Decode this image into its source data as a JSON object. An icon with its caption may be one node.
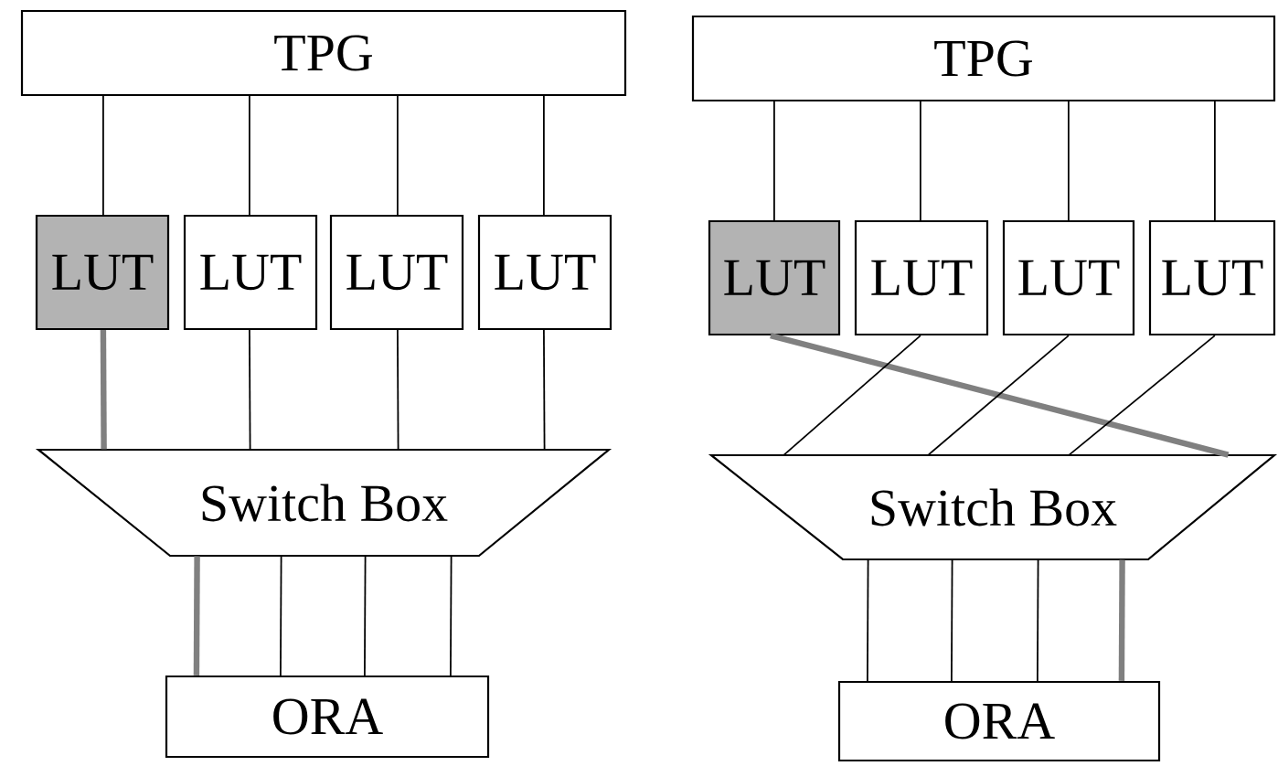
{
  "diagram": {
    "nodes": [
      {
        "text": [
          "TPG"
        ]
      },
      {
        "text": [
          "LUT"
        ]
      },
      {
        "text": [
          "LUT"
        ]
      },
      {
        "text": [
          "LUT"
        ]
      },
      {
        "text": [
          "LUT"
        ]
      },
      {
        "text": [
          "Switch Box"
        ]
      },
      {
        "text": [
          "ORA"
        ]
      },
      {
        "text": [
          "TPG"
        ]
      },
      {
        "text": [
          "LUT"
        ]
      },
      {
        "text": [
          "LUT"
        ]
      },
      {
        "text": [
          "LUT"
        ]
      },
      {
        "text": [
          "LUT"
        ]
      },
      {
        "text": [
          "Switch Box"
        ]
      },
      {
        "text": [
          "ORA"
        ]
      }
    ],
    "edges": [
      {
        "from": 0,
        "to": 1,
        "arrow": "none"
      },
      {
        "from": 0,
        "to": 2,
        "arrow": "none"
      },
      {
        "from": 0,
        "to": 3,
        "arrow": "none"
      },
      {
        "from": 0,
        "to": 4,
        "arrow": "none"
      },
      {
        "from": 1,
        "to": 5,
        "arrow": "none",
        "style": "thick",
        "color": "#808080"
      },
      {
        "from": 2,
        "to": 5,
        "arrow": "none"
      },
      {
        "from": 3,
        "to": 5,
        "arrow": "none"
      },
      {
        "from": 4,
        "to": 5,
        "arrow": "none"
      },
      {
        "from": 5,
        "to": 6,
        "arrow": "none",
        "style": "thick",
        "color": "#808080"
      },
      {
        "from": 5,
        "to": 6,
        "arrow": "none"
      },
      {
        "from": 5,
        "to": 6,
        "arrow": "none"
      },
      {
        "from": 5,
        "to": 6,
        "arrow": "none"
      },
      {
        "from": 7,
        "to": 8,
        "arrow": "none"
      },
      {
        "from": 7,
        "to": 9,
        "arrow": "none"
      },
      {
        "from": 7,
        "to": 10,
        "arrow": "none"
      },
      {
        "from": 7,
        "to": 11,
        "arrow": "none"
      },
      {
        "from": 8,
        "to": 12,
        "arrow": "none",
        "style": "thick",
        "color": "#808080"
      },
      {
        "from": 9,
        "to": 12,
        "arrow": "none"
      },
      {
        "from": 10,
        "to": 12,
        "arrow": "none"
      },
      {
        "from": 11,
        "to": 12,
        "arrow": "none"
      },
      {
        "from": 12,
        "to": 13,
        "arrow": "none"
      },
      {
        "from": 12,
        "to": 13,
        "arrow": "none"
      },
      {
        "from": 12,
        "to": 13,
        "arrow": "none"
      },
      {
        "from": 12,
        "to": 13,
        "arrow": "none",
        "style": "thick",
        "color": "#808080"
      }
    ]
  }
}
